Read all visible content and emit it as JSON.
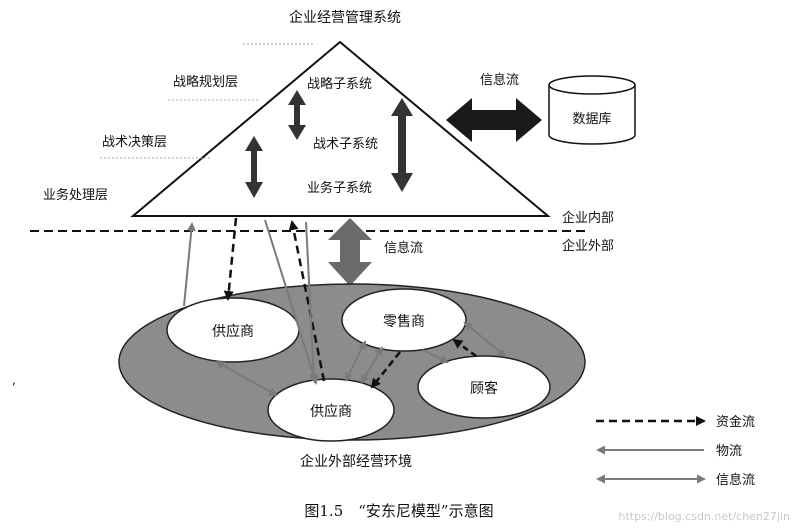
{
  "title": "企业经营管理系统",
  "layers": {
    "strategic": "战略规划层",
    "tactical": "战术决策层",
    "operational": "业务处理层"
  },
  "subsystems": {
    "strategic": "战略子系统",
    "tactical": "战术子系统",
    "business": "业务子系统"
  },
  "info_flow_db": "信息流",
  "database": "数据库",
  "internal": "企业内部",
  "external": "企业外部",
  "info_flow_mid": "信息流",
  "env": {
    "supplier_left": "供应商",
    "retailer": "零售商",
    "customer": "顾客",
    "supplier_bottom": "供应商",
    "label": "企业外部经营环境"
  },
  "legend": [
    {
      "name": "fund",
      "label": "资金流"
    },
    {
      "name": "material",
      "label": "物流"
    },
    {
      "name": "info",
      "label": "信息流"
    }
  ],
  "caption": "图1.5　“安东尼模型”示意图",
  "watermark": "https://blog.csdn.net/chen27jin",
  "colors": {
    "env_fill": "#8c8c8c",
    "dark_arrow": "#3a3a3a",
    "mid_arrow": "#6d6d6d",
    "thin_arrow": "#808080"
  }
}
